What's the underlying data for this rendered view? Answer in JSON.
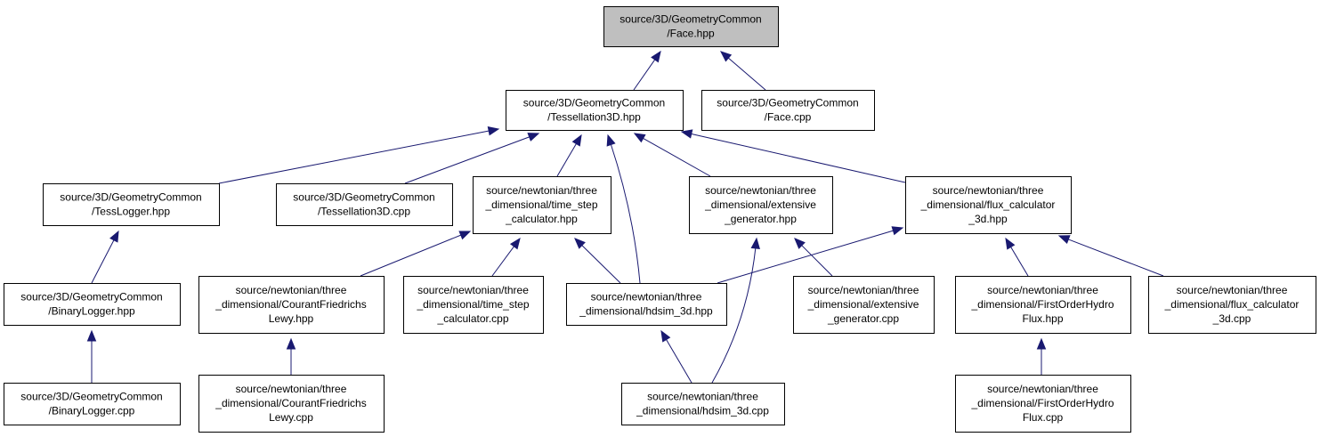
{
  "diagram": {
    "nodes": [
      {
        "id": "face_hpp",
        "lines": [
          "source/3D/GeometryCommon",
          "/Face.hpp"
        ],
        "highlighted": true
      },
      {
        "id": "tess3d_hpp",
        "lines": [
          "source/3D/GeometryCommon",
          "/Tessellation3D.hpp"
        ]
      },
      {
        "id": "face_cpp",
        "lines": [
          "source/3D/GeometryCommon",
          "/Face.cpp"
        ]
      },
      {
        "id": "tesslogger_hpp",
        "lines": [
          "source/3D/GeometryCommon",
          "/TessLogger.hpp"
        ]
      },
      {
        "id": "tess3d_cpp",
        "lines": [
          "source/3D/GeometryCommon",
          "/Tessellation3D.cpp"
        ]
      },
      {
        "id": "timestep_hpp",
        "lines": [
          "source/newtonian/three",
          "_dimensional/time_step",
          "_calculator.hpp"
        ]
      },
      {
        "id": "extgen_hpp",
        "lines": [
          "source/newtonian/three",
          "_dimensional/extensive",
          "_generator.hpp"
        ]
      },
      {
        "id": "flux_hpp",
        "lines": [
          "source/newtonian/three",
          "_dimensional/flux_calculator",
          "_3d.hpp"
        ]
      },
      {
        "id": "binlogger_hpp",
        "lines": [
          "source/3D/GeometryCommon",
          "/BinaryLogger.hpp"
        ]
      },
      {
        "id": "cfl_hpp",
        "lines": [
          "source/newtonian/three",
          "_dimensional/CourantFriedrichs",
          "Lewy.hpp"
        ]
      },
      {
        "id": "timestep_cpp",
        "lines": [
          "source/newtonian/three",
          "_dimensional/time_step",
          "_calculator.cpp"
        ]
      },
      {
        "id": "hdsim_hpp",
        "lines": [
          "source/newtonian/three",
          "_dimensional/hdsim_3d.hpp"
        ]
      },
      {
        "id": "extgen_cpp",
        "lines": [
          "source/newtonian/three",
          "_dimensional/extensive",
          "_generator.cpp"
        ]
      },
      {
        "id": "firstorder_hpp",
        "lines": [
          "source/newtonian/three",
          "_dimensional/FirstOrderHydro",
          "Flux.hpp"
        ]
      },
      {
        "id": "flux_cpp",
        "lines": [
          "source/newtonian/three",
          "_dimensional/flux_calculator",
          "_3d.cpp"
        ]
      },
      {
        "id": "binlogger_cpp",
        "lines": [
          "source/3D/GeometryCommon",
          "/BinaryLogger.cpp"
        ]
      },
      {
        "id": "cfl_cpp",
        "lines": [
          "source/newtonian/three",
          "_dimensional/CourantFriedrichs",
          "Lewy.cpp"
        ]
      },
      {
        "id": "hdsim_cpp",
        "lines": [
          "source/newtonian/three",
          "_dimensional/hdsim_3d.cpp"
        ]
      },
      {
        "id": "firstorder_cpp",
        "lines": [
          "source/newtonian/three",
          "_dimensional/FirstOrderHydro",
          "Flux.cpp"
        ]
      }
    ],
    "edges": [
      {
        "from": "tess3d_hpp",
        "to": "face_hpp"
      },
      {
        "from": "face_cpp",
        "to": "face_hpp"
      },
      {
        "from": "tesslogger_hpp",
        "to": "tess3d_hpp"
      },
      {
        "from": "tess3d_cpp",
        "to": "tess3d_hpp"
      },
      {
        "from": "timestep_hpp",
        "to": "tess3d_hpp"
      },
      {
        "from": "hdsim_hpp",
        "to": "tess3d_hpp"
      },
      {
        "from": "extgen_hpp",
        "to": "tess3d_hpp"
      },
      {
        "from": "flux_hpp",
        "to": "tess3d_hpp"
      },
      {
        "from": "binlogger_hpp",
        "to": "tesslogger_hpp"
      },
      {
        "from": "binlogger_cpp",
        "to": "binlogger_hpp"
      },
      {
        "from": "cfl_hpp",
        "to": "timestep_hpp"
      },
      {
        "from": "timestep_cpp",
        "to": "timestep_hpp"
      },
      {
        "from": "hdsim_hpp",
        "to": "timestep_hpp"
      },
      {
        "from": "cfl_cpp",
        "to": "cfl_hpp"
      },
      {
        "from": "hdsim_hpp",
        "to": "flux_hpp"
      },
      {
        "from": "extgen_cpp",
        "to": "extgen_hpp"
      },
      {
        "from": "hdsim_cpp",
        "to": "extgen_hpp"
      },
      {
        "from": "firstorder_hpp",
        "to": "flux_hpp"
      },
      {
        "from": "flux_cpp",
        "to": "flux_hpp"
      },
      {
        "from": "hdsim_cpp",
        "to": "hdsim_hpp"
      },
      {
        "from": "firstorder_cpp",
        "to": "firstorder_hpp"
      }
    ],
    "colors": {
      "edge": "#191970",
      "highlight_fill": "#bfbfbf",
      "node_border": "#000000"
    }
  }
}
